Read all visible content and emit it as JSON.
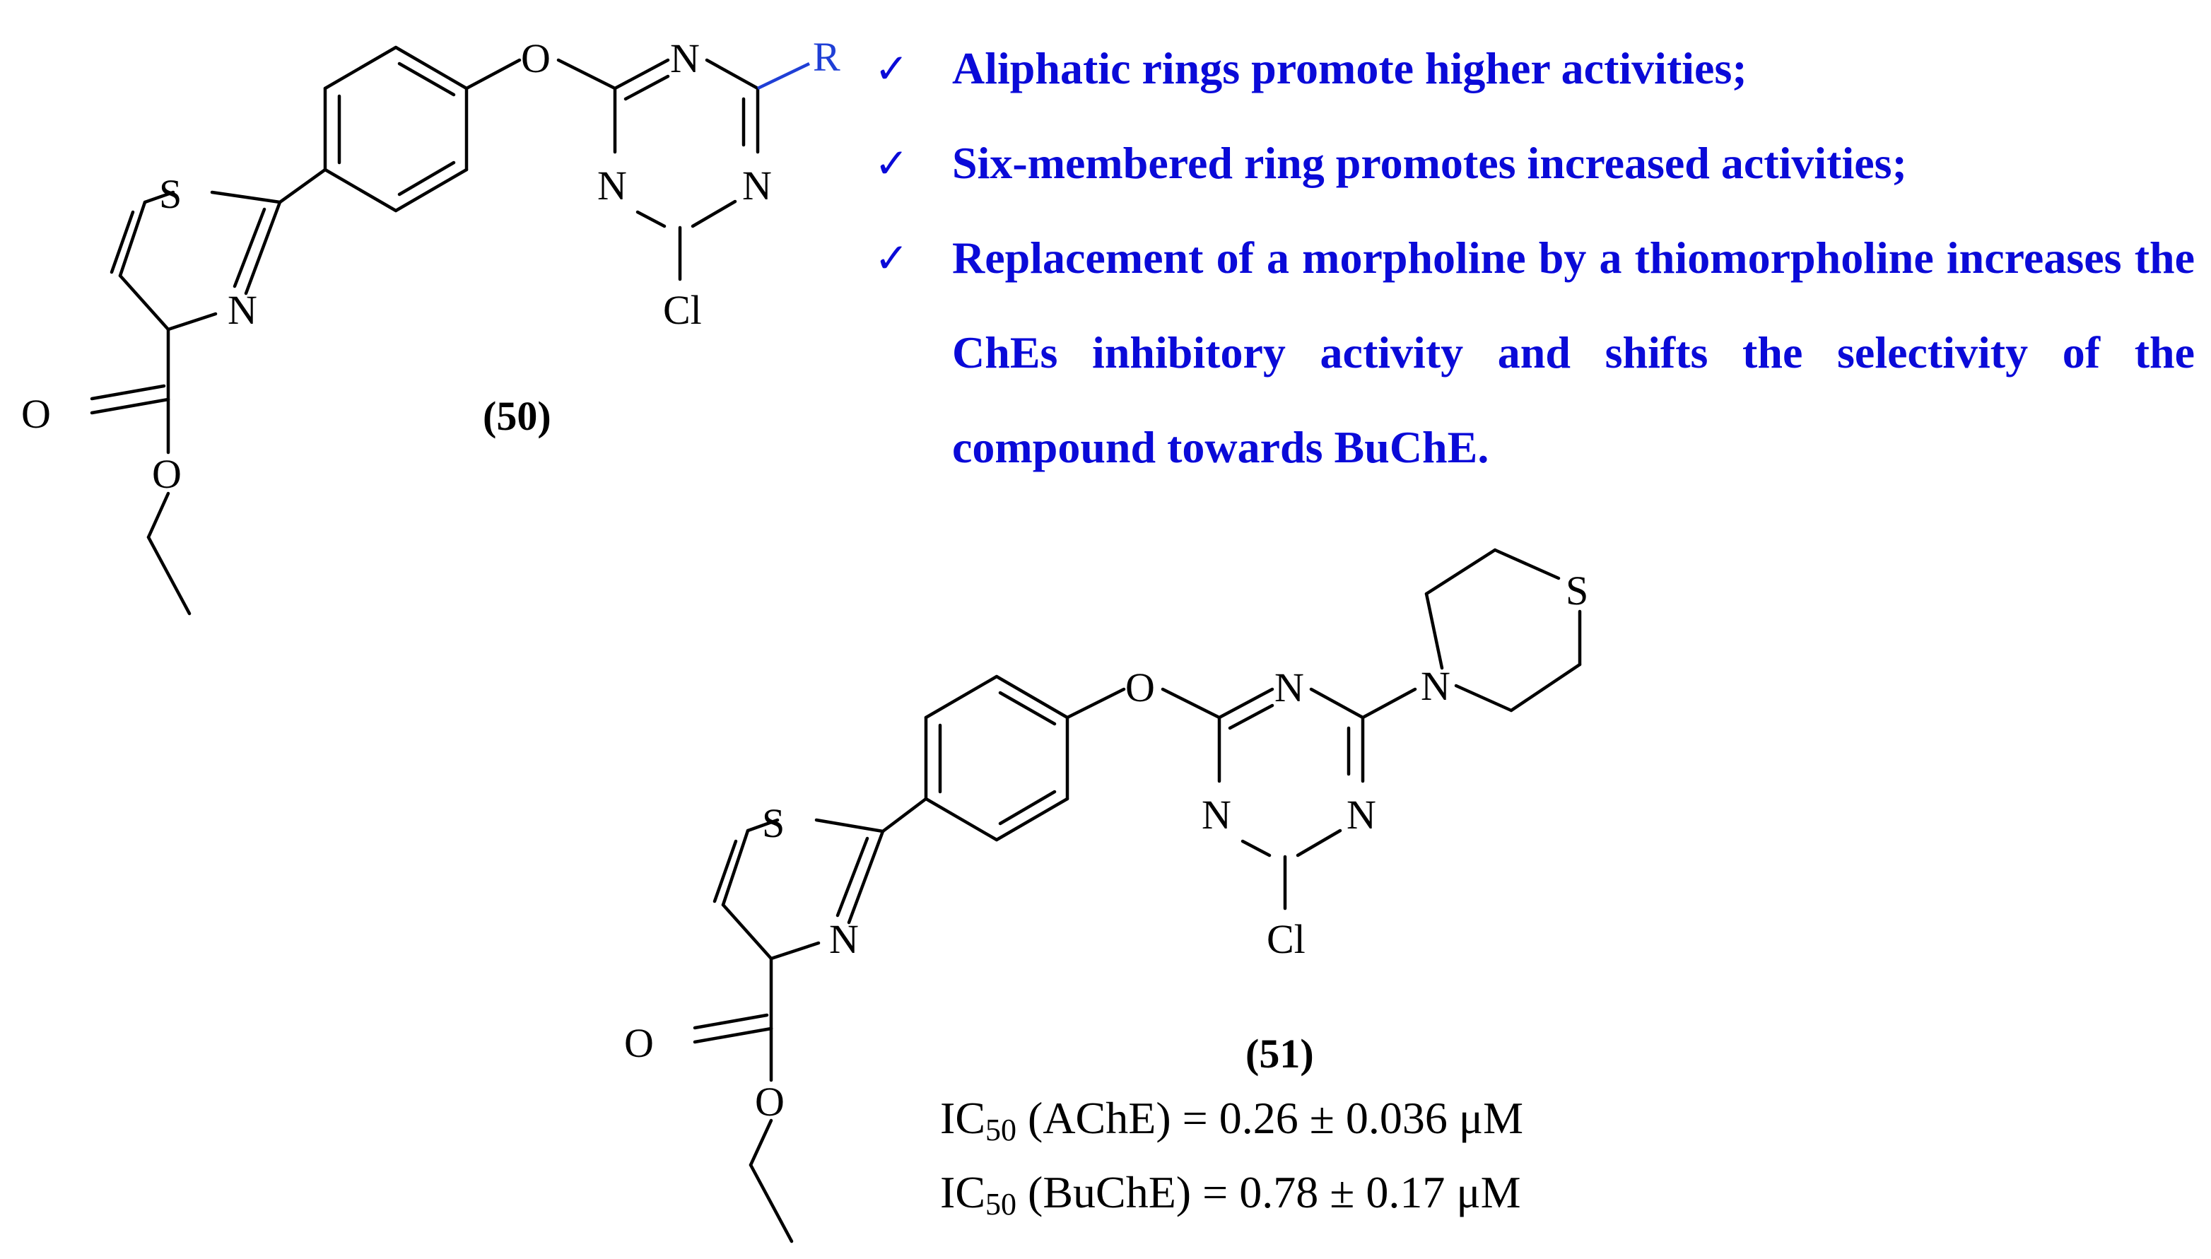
{
  "compound_50": {
    "label": "(50)",
    "atoms": {
      "S": "S",
      "N_thiazole": "N",
      "O_ether": "O",
      "N_triazine_top": "N",
      "N_triazine_left": "N",
      "N_triazine_right": "N",
      "Cl": "Cl",
      "O_carbonyl": "O",
      "O_ester": "O",
      "R": "R"
    }
  },
  "sar_points": [
    {
      "icon": "check-icon",
      "text": "Aliphatic rings promote higher activities;"
    },
    {
      "icon": "check-icon",
      "text": "Six-membered ring promotes increased activities;"
    },
    {
      "icon": "check-icon",
      "text": "Replacement of a morpholine by a thiomorpholine increases the ChEs inhibitory activity and shifts the selectivity of the compound towards BuChE."
    }
  ],
  "compound_51": {
    "label": "(51)",
    "atoms": {
      "S": "S",
      "N_thiazole": "N",
      "O_ether": "O",
      "N_triazine_top": "N",
      "N_triazine_left": "N",
      "N_triazine_right": "N",
      "Cl": "Cl",
      "O_carbonyl": "O",
      "O_ester": "O",
      "N_thiomorpholine": "N",
      "S_thiomorpholine": "S"
    },
    "ic50": [
      {
        "prefix": "IC",
        "sub": "50",
        "rest": " (AChE) = 0.26 ± 0.036 μM"
      },
      {
        "prefix": "IC",
        "sub": "50",
        "rest": " (BuChE) = 0.78 ± 0.17 μM"
      }
    ]
  },
  "colors": {
    "highlight": "#0a0ad8",
    "bond": "#000000",
    "r_group": "#1f3fd6"
  }
}
